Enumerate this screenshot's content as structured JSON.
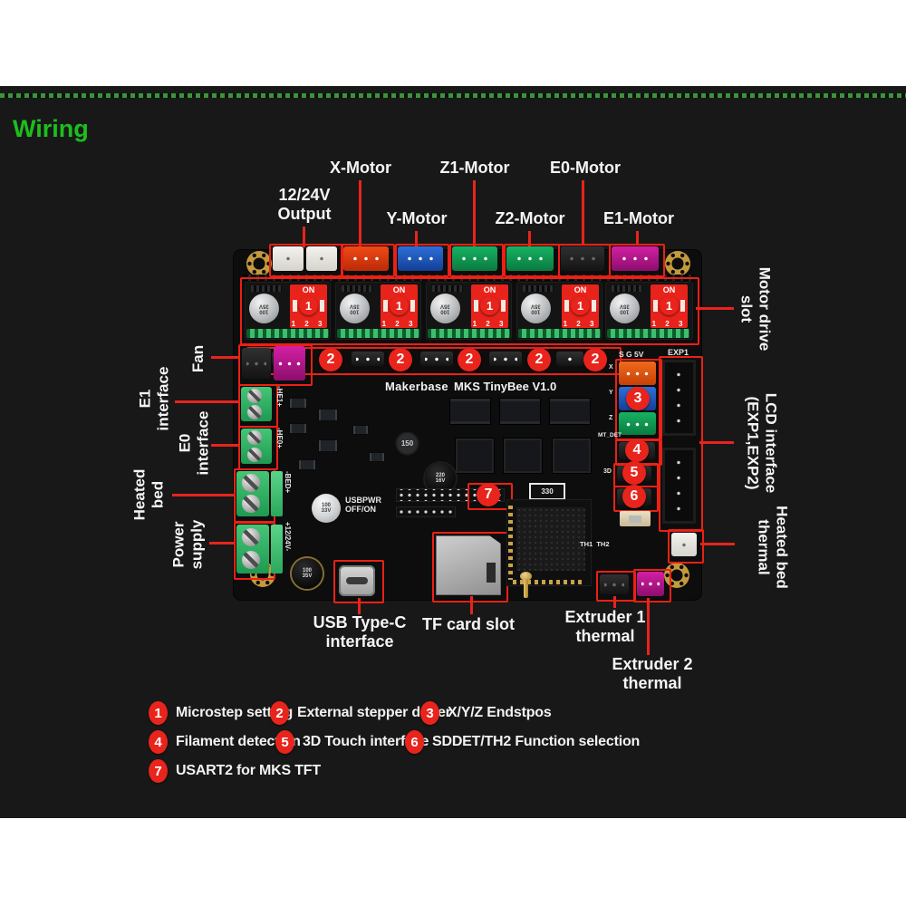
{
  "title": "Wiring",
  "top_labels": {
    "output": "12/24V\nOutput",
    "x_motor": "X-Motor",
    "y_motor": "Y-Motor",
    "z1_motor": "Z1-Motor",
    "z2_motor": "Z2-Motor",
    "e0_motor": "E0-Motor",
    "e1_motor": "E1-Motor"
  },
  "side_labels": {
    "motor_drive_slot": "Motor drive\nslot",
    "lcd_interface": "LCD interface\n(EXP1,EXP2)",
    "heated_bed_thermal": "Heated bed\nthermal",
    "fan": "Fan",
    "e1_interface": "E1\ninterface",
    "e0_interface": "E0\ninterface",
    "heated_bed": "Heated\nbed",
    "power_supply": "Power\nsupply"
  },
  "bottom_labels": {
    "usb": "USB Type-C\ninterface",
    "tf": "TF card slot",
    "ext1": "Extruder 1\nthermal",
    "ext2": "Extruder 2\nthermal"
  },
  "board": {
    "brand": "Makerbase",
    "model": "MKS TinyBee V1.0",
    "dip_on": "ON",
    "dip_numbers": "1 2 3",
    "cap_driver": "100\n35V",
    "cap_33v": "100\n33V",
    "cap_220": "220\n16V",
    "inductor": "150",
    "resistor": "330",
    "usbpwr": "USBPWR\nOFF/ON",
    "sg5v": "S G 5V",
    "exp1": "EXP1",
    "axis_x": "X",
    "axis_y": "Y",
    "axis_z": "Z",
    "mt_det": "MT_DET",
    "d3": "3D",
    "th": "TH1  TH2",
    "he1": "-HE1+",
    "he0": "-HE0+",
    "bed": "-BED+",
    "v1224": "+12/24V-"
  },
  "badges": {
    "b1": "1",
    "b2": "2",
    "b3": "3",
    "b4": "4",
    "b5": "5",
    "b6": "6",
    "b7": "7"
  },
  "legend": [
    {
      "num": "1",
      "text": "Microstep setting"
    },
    {
      "num": "2",
      "text": "External stepper driver"
    },
    {
      "num": "3",
      "text": "X/Y/Z Endstpos"
    },
    {
      "num": "4",
      "text": "Filament detection"
    },
    {
      "num": "5",
      "text": "3D Touch interface"
    },
    {
      "num": "6",
      "text": "SDDET/TH2 Function selection"
    },
    {
      "num": "7",
      "text": "USART2 for MKS TFT"
    }
  ],
  "colors": {
    "accent_red": "#e8241c",
    "title_green": "#1dbf1d"
  }
}
